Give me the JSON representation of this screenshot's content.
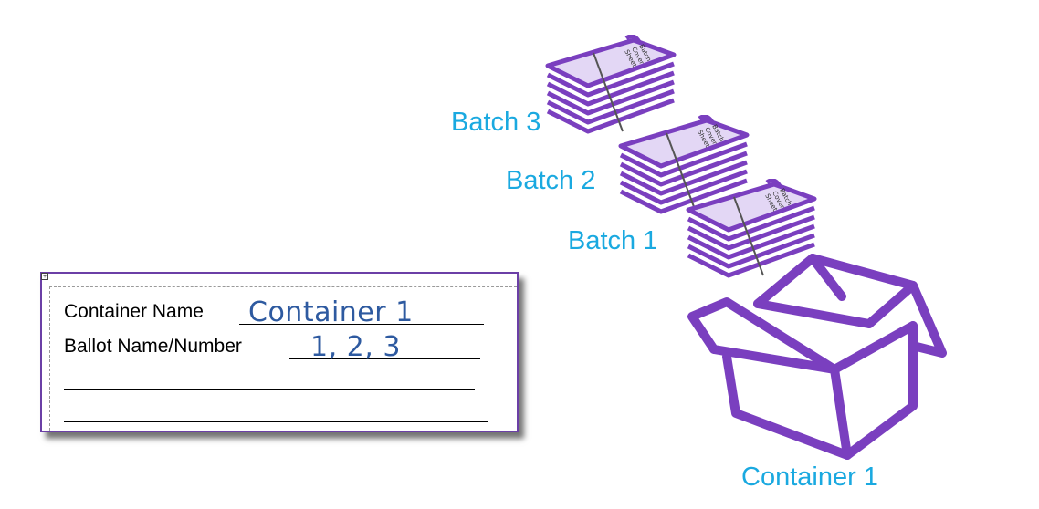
{
  "colors": {
    "accent_purple": "#7a3fbf",
    "paper_fill": "#e3d7f5",
    "label_blue": "#1aa9e0",
    "handwriting_blue": "#2e5aa0"
  },
  "batches": [
    {
      "label": "Batch 3",
      "cover_sheet": [
        "Batch",
        "Cover",
        "Sheet"
      ]
    },
    {
      "label": "Batch 2",
      "cover_sheet": [
        "Batch",
        "Cover",
        "Sheet"
      ]
    },
    {
      "label": "Batch 1",
      "cover_sheet": [
        "Batch",
        "Cover",
        "Sheet"
      ]
    }
  ],
  "container": {
    "label": "Container 1",
    "icon": "open-box-icon"
  },
  "label_card": {
    "container_name_label": "Container Name",
    "container_name_value": "Container 1",
    "ballot_label": "Ballot Name/Number",
    "ballot_value": "1, 2, 3",
    "corner_handle": "+"
  }
}
